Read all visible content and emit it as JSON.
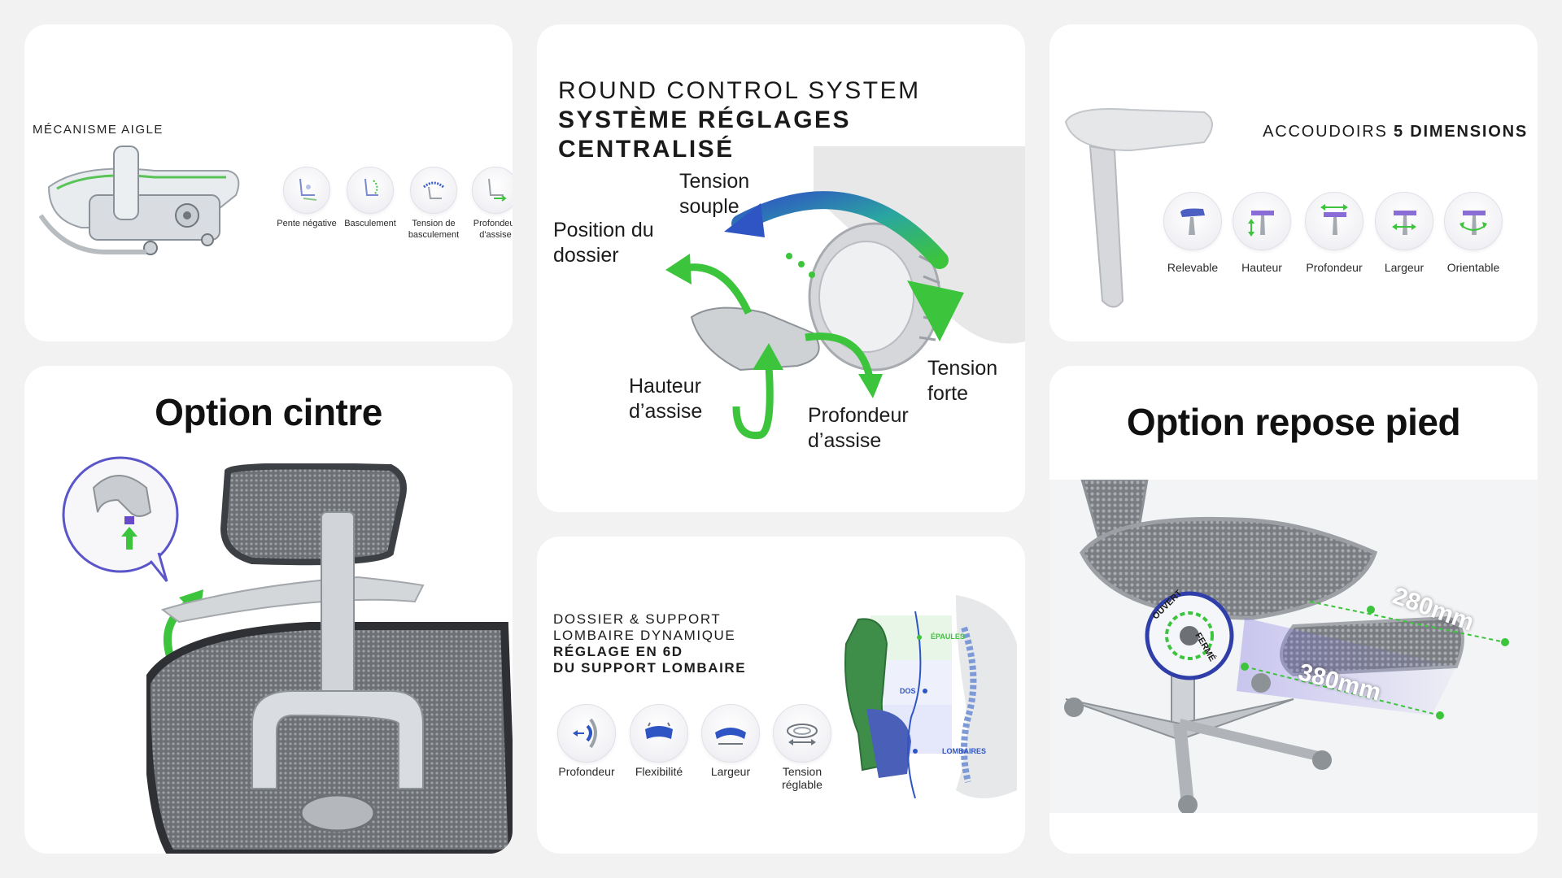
{
  "card_mecanisme": {
    "title": "MÉCANISME AIGLE",
    "features": [
      {
        "icon": "pente-negative-icon",
        "label": "Pente négative"
      },
      {
        "icon": "basculement-icon",
        "label": "Basculement"
      },
      {
        "icon": "tension-basculement-icon",
        "label": "Tension de basculement"
      },
      {
        "icon": "profondeur-assise-icon",
        "label": "Profondeur d'assise"
      }
    ]
  },
  "card_round_control": {
    "title_line1": "ROUND CONTROL SYSTEM",
    "title_line2": "SYSTÈME RÉGLAGES",
    "title_line3": "CENTRALISÉ",
    "callouts": {
      "tension_souple": "Tension souple",
      "position_dossier": "Position du dossier",
      "hauteur_assise": "Hauteur d’assise",
      "profondeur_assise": "Profondeur d’assise",
      "tension_forte": "Tension forte"
    }
  },
  "card_accoudoirs": {
    "title_pre": "ACCOUDOIRS",
    "title_bold": "5 DIMENSIONS",
    "features": [
      {
        "icon": "relevable-icon",
        "label": "Relevable"
      },
      {
        "icon": "hauteur-icon",
        "label": "Hauteur"
      },
      {
        "icon": "profondeur-icon",
        "label": "Profondeur"
      },
      {
        "icon": "largeur-icon",
        "label": "Largeur"
      },
      {
        "icon": "orientable-icon",
        "label": "Orientable"
      }
    ]
  },
  "card_cintre": {
    "title": "Option cintre"
  },
  "card_lombaire": {
    "title_line1": "DOSSIER & SUPPORT",
    "title_line2": "LOMBAIRE DYNAMIQUE",
    "title_line3": "RÉGLAGE EN 6D",
    "title_line4": "DU SUPPORT LOMBAIRE",
    "features": [
      {
        "icon": "profondeur-lombaire-icon",
        "label": "Profondeur"
      },
      {
        "icon": "flexibilite-icon",
        "label": "Flexibilité"
      },
      {
        "icon": "largeur-lombaire-icon",
        "label": "Largeur"
      },
      {
        "icon": "tension-reglable-icon",
        "label": "Tension réglable"
      }
    ],
    "zones": {
      "epaules": "ÉPAULES",
      "dos": "DOS",
      "lombaires": "LOMBAIRES"
    }
  },
  "card_repose_pied": {
    "title": "Option repose pied",
    "dial_open": "OUVERT",
    "dial_closed": "FERMÉ",
    "dim_width": "280mm",
    "dim_length": "380mm"
  },
  "colors": {
    "green": "#3cc43c",
    "blue": "#2f55c4",
    "purple": "#8a6cd6",
    "background": "#f2f2f2"
  }
}
